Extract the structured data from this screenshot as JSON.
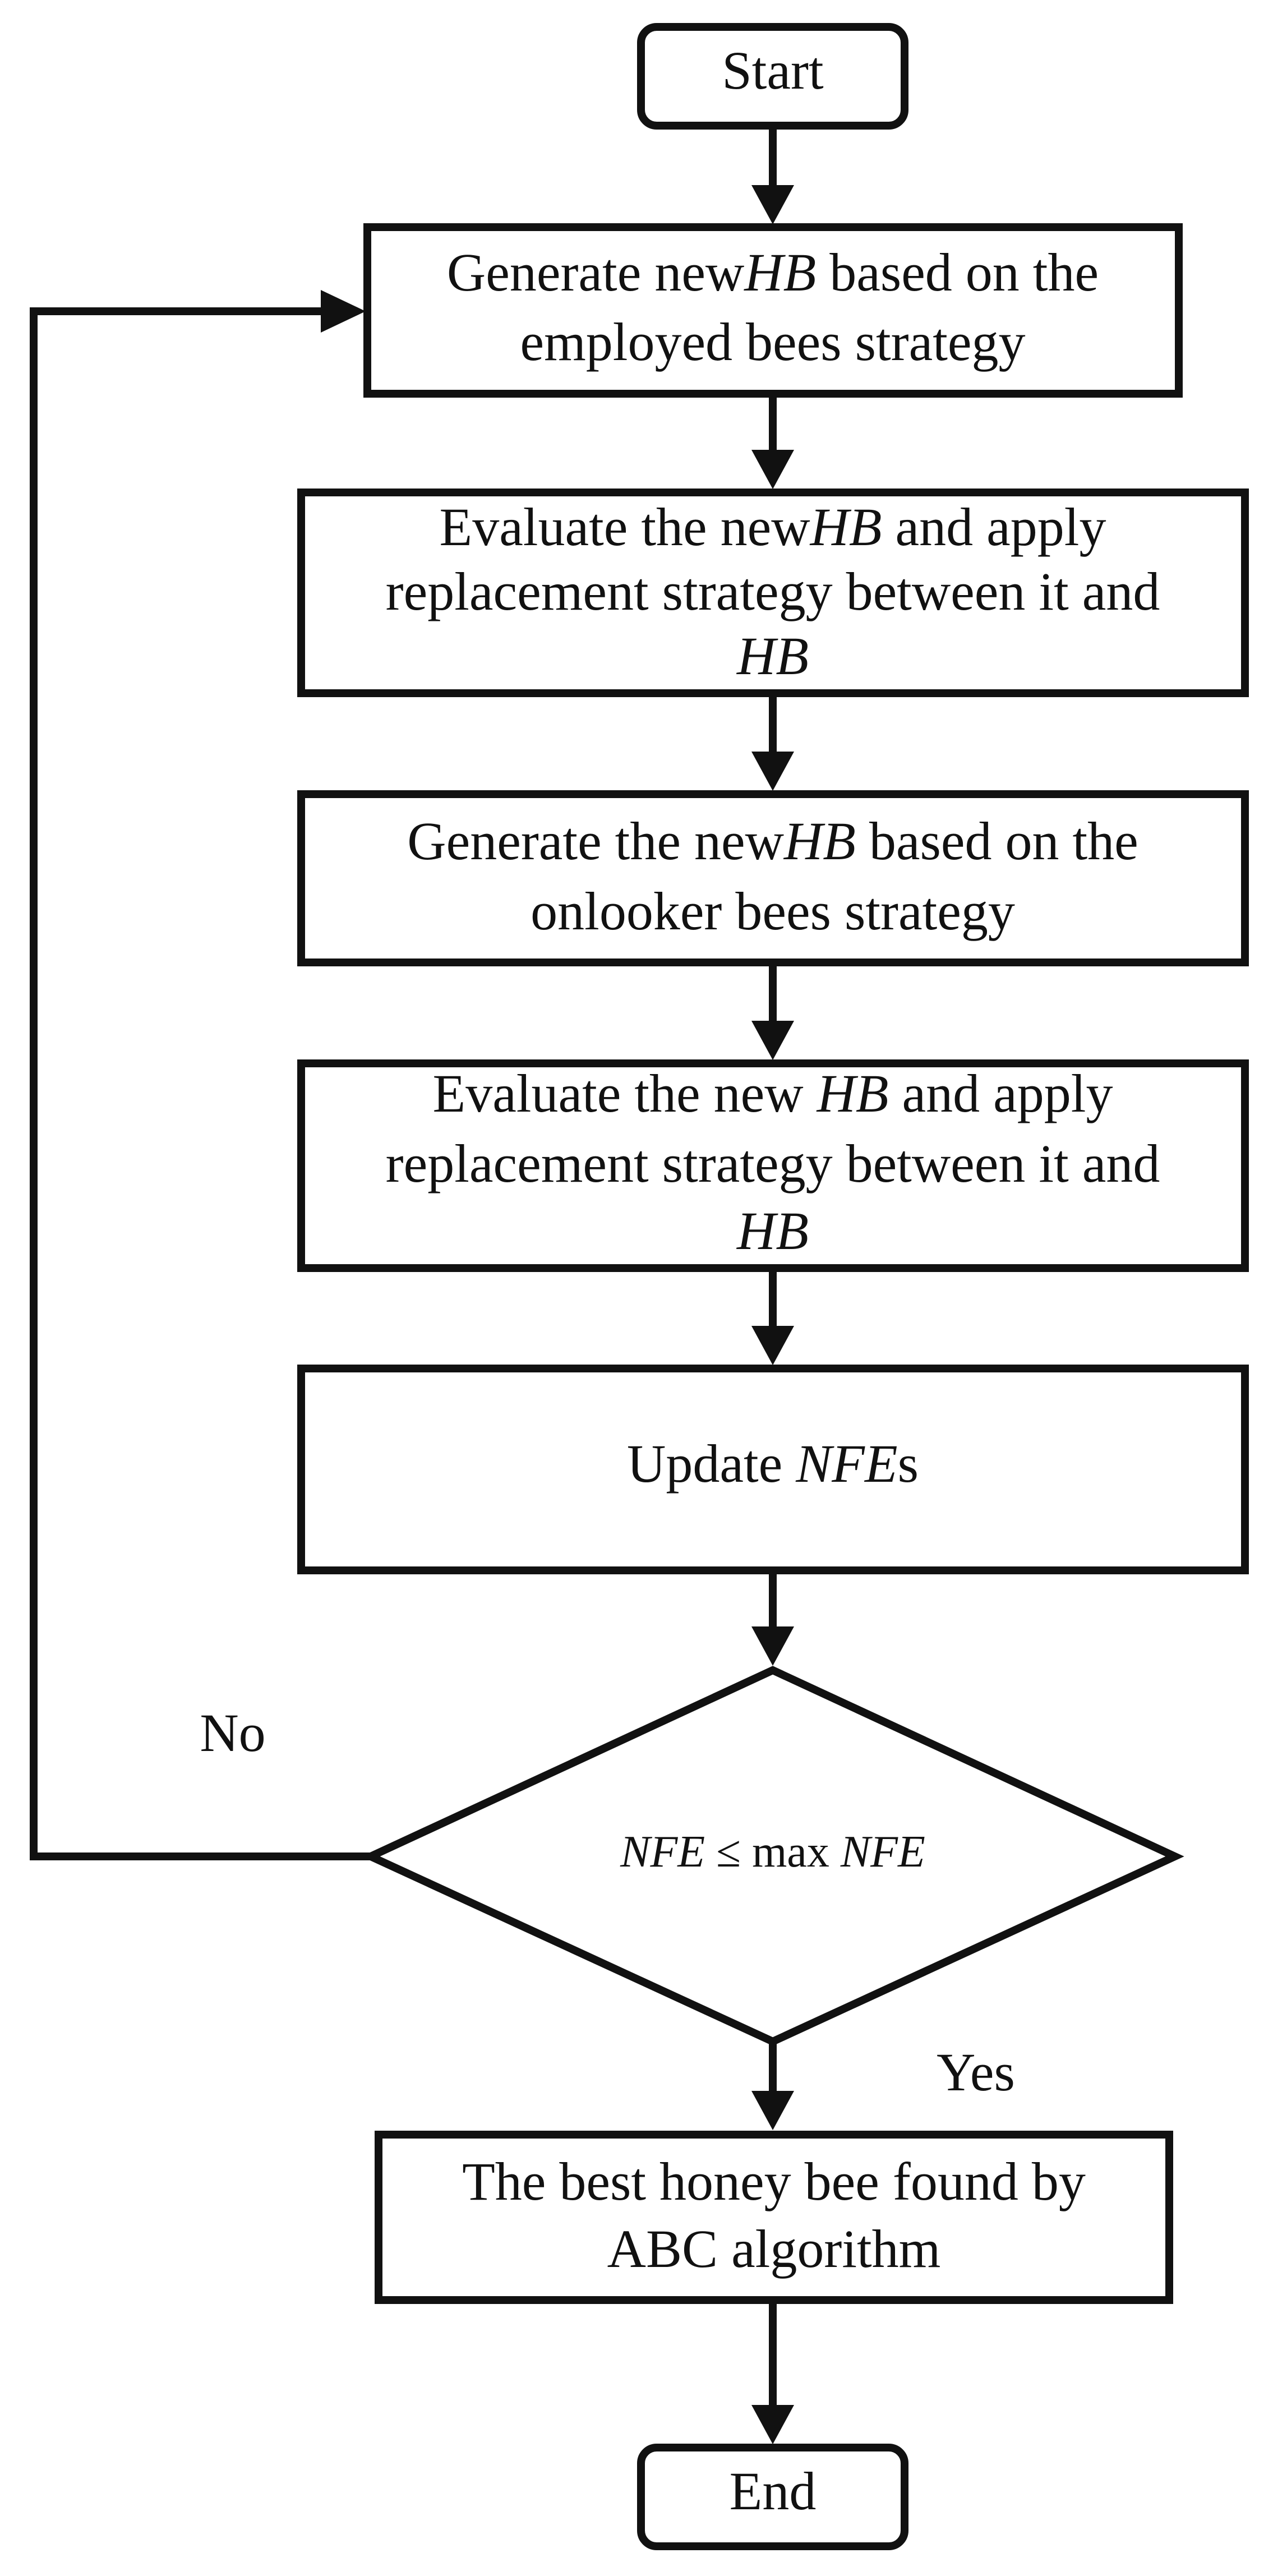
{
  "diagram": {
    "start": "Start",
    "step1": {
      "pre": "Generate new",
      "var": "HB",
      "post": " based on the",
      "line2": "employed bees strategy"
    },
    "step2": {
      "pre": "Evaluate the new",
      "var": "HB",
      "post": " and apply",
      "line2": "replacement strategy between it and",
      "line3": "HB"
    },
    "step3": {
      "pre": "Generate the new",
      "var": "HB",
      "post": " based on the",
      "line2": "onlooker bees strategy"
    },
    "step4": {
      "pre": "Evaluate the new ",
      "var": "HB",
      "post": " and apply",
      "line2": "replacement strategy between it and",
      "line3": "HB"
    },
    "step5": {
      "pre": "Update ",
      "var": "NFE",
      "post": "s"
    },
    "condition": {
      "lhs": "NFE",
      "op": " ≤ ",
      "fn": "max ",
      "rhs": "NFE"
    },
    "no_label": "No",
    "yes_label": "Yes",
    "result": {
      "line1": "The best honey bee found by",
      "line2": "ABC algorithm"
    },
    "end": "End"
  }
}
